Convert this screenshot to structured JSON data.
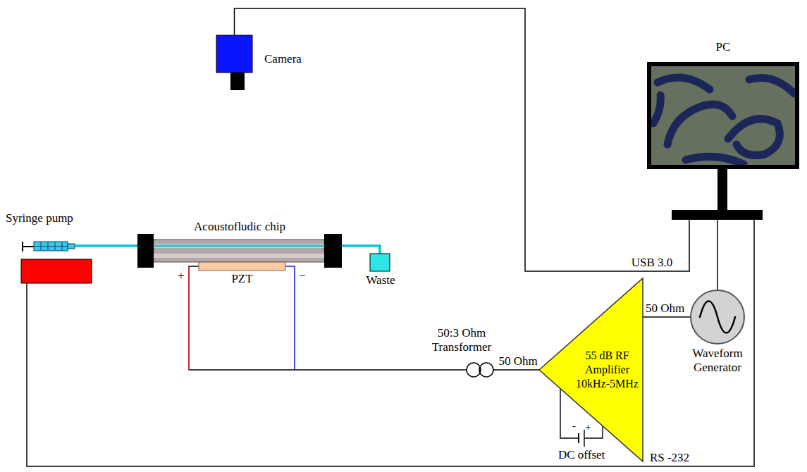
{
  "diagram": {
    "nodes": [
      {
        "text": [
          "Camera"
        ]
      },
      {
        "text": [
          "PC"
        ]
      },
      {
        "text": [
          "Syringe pump"
        ]
      },
      {
        "text": [
          "Acoustofludic chip"
        ]
      },
      {
        "text": [
          "PZT"
        ]
      },
      {
        "text": [
          "Waste"
        ]
      },
      {
        "text": [
          "50:3 Ohm Transformer"
        ]
      },
      {
        "text": [
          "55 dB RF Amplifier 10kHz-5MHz"
        ]
      },
      {
        "text": [
          "Waveform Generator"
        ]
      }
    ],
    "edges": [
      {
        "from": 0,
        "to": 1,
        "label": "USB 3.0",
        "arrow": "none"
      },
      {
        "from": 1,
        "to": 8,
        "arrow": "none"
      },
      {
        "from": 1,
        "to": 2,
        "label": "RS -232",
        "arrow": "none"
      },
      {
        "from": 8,
        "to": 7,
        "label": "50 Ohm",
        "arrow": "none"
      },
      {
        "from": 7,
        "to": 6,
        "label": "50 Ohm",
        "arrow": "none"
      },
      {
        "from": 6,
        "to": 4,
        "arrow": "none"
      },
      {
        "from": 2,
        "to": 3,
        "arrow": "none"
      },
      {
        "from": 3,
        "to": 5,
        "arrow": "none"
      }
    ],
    "labels": [
      "+",
      "−",
      "-",
      "+",
      "DC offset"
    ]
  }
}
